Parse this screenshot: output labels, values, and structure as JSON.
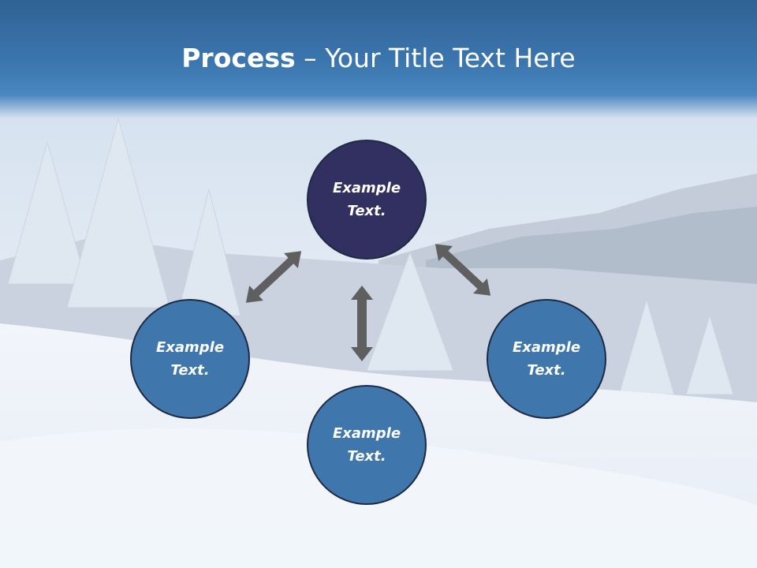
{
  "title": {
    "bold": "Process",
    "separator": " – ",
    "rest": "Your Title Text Here"
  },
  "nodes": [
    {
      "id": "top",
      "text": "Example Text.",
      "color": "#322f61"
    },
    {
      "id": "left",
      "text": "Example Text.",
      "color": "#3f77ad"
    },
    {
      "id": "bottom",
      "text": "Example Text.",
      "color": "#3f77ad"
    },
    {
      "id": "right",
      "text": "Example Text.",
      "color": "#3f77ad"
    }
  ],
  "colors": {
    "title_bar": "#3a74ac",
    "arrow": "#5f5f5f",
    "node_border": "#1d2a44"
  },
  "icons": [
    "double-arrow-icon"
  ]
}
